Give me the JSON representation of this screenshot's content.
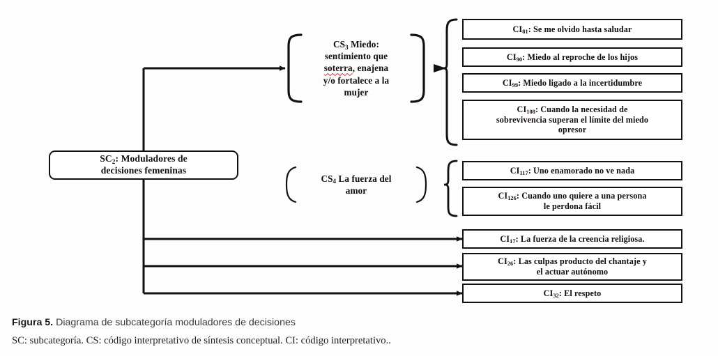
{
  "figure": {
    "caption_label": "Figura 5.",
    "caption_text": " Diagrama de subcategoría moduladores de decisiones",
    "legend": "SC: subcategoría. CS: código interpretativo de síntesis conceptual. CI: código interpretativo.."
  },
  "colors": {
    "background": "#fdfdfd",
    "line": "#111111",
    "text": "#120d0a",
    "spellcheck_underline": "#d83030"
  },
  "root": {
    "code": "SC",
    "code_sub": "2",
    "label": ": Moduladores de",
    "line2": "decisiones femeninas"
  },
  "groups": [
    {
      "name": "cs3-group",
      "code": "CS",
      "code_sub": "3",
      "title_line1": " Miedo:",
      "title_line2": "sentimiento que",
      "title_line3_a": "soterra",
      "title_line3_b": ", enajena",
      "title_line4": "y/o fortalece a la",
      "title_line5": "mujer",
      "children": [
        {
          "code": "CI",
          "code_sub": "81",
          "text": ": Se me olvido hasta saludar"
        },
        {
          "code": "CI",
          "code_sub": "90",
          "text": ": Miedo al reproche de los hijos"
        },
        {
          "code": "CI",
          "code_sub": "99",
          "text": ": Miedo ligado a la incertidumbre"
        },
        {
          "code": "CI",
          "code_sub": "108",
          "text": ": Cuando la necesidad de",
          "line2": "sobrevivencia  superan el límite del miedo",
          "line3": "opresor"
        }
      ]
    },
    {
      "name": "cs4-group",
      "code": "CS",
      "code_sub": "4",
      "title_line1": " La fuerza del",
      "title_line2": "amor",
      "children": [
        {
          "code": "CI",
          "code_sub": "117",
          "text": ": Uno enamorado no ve nada"
        },
        {
          "code": "CI",
          "code_sub": "126",
          "text": ": Cuando uno quiere a una persona",
          "line2": "le perdona fácil"
        }
      ]
    }
  ],
  "direct_children": [
    {
      "code": "CI",
      "code_sub": "17",
      "text": ": La fuerza de la creencia  religiosa."
    },
    {
      "code": "CI",
      "code_sub": "26",
      "text": ": Las culpas producto del chantaje y",
      "line2": "el actuar autónomo"
    },
    {
      "code": "CI",
      "code_sub": "32",
      "text": ": El respeto"
    }
  ]
}
